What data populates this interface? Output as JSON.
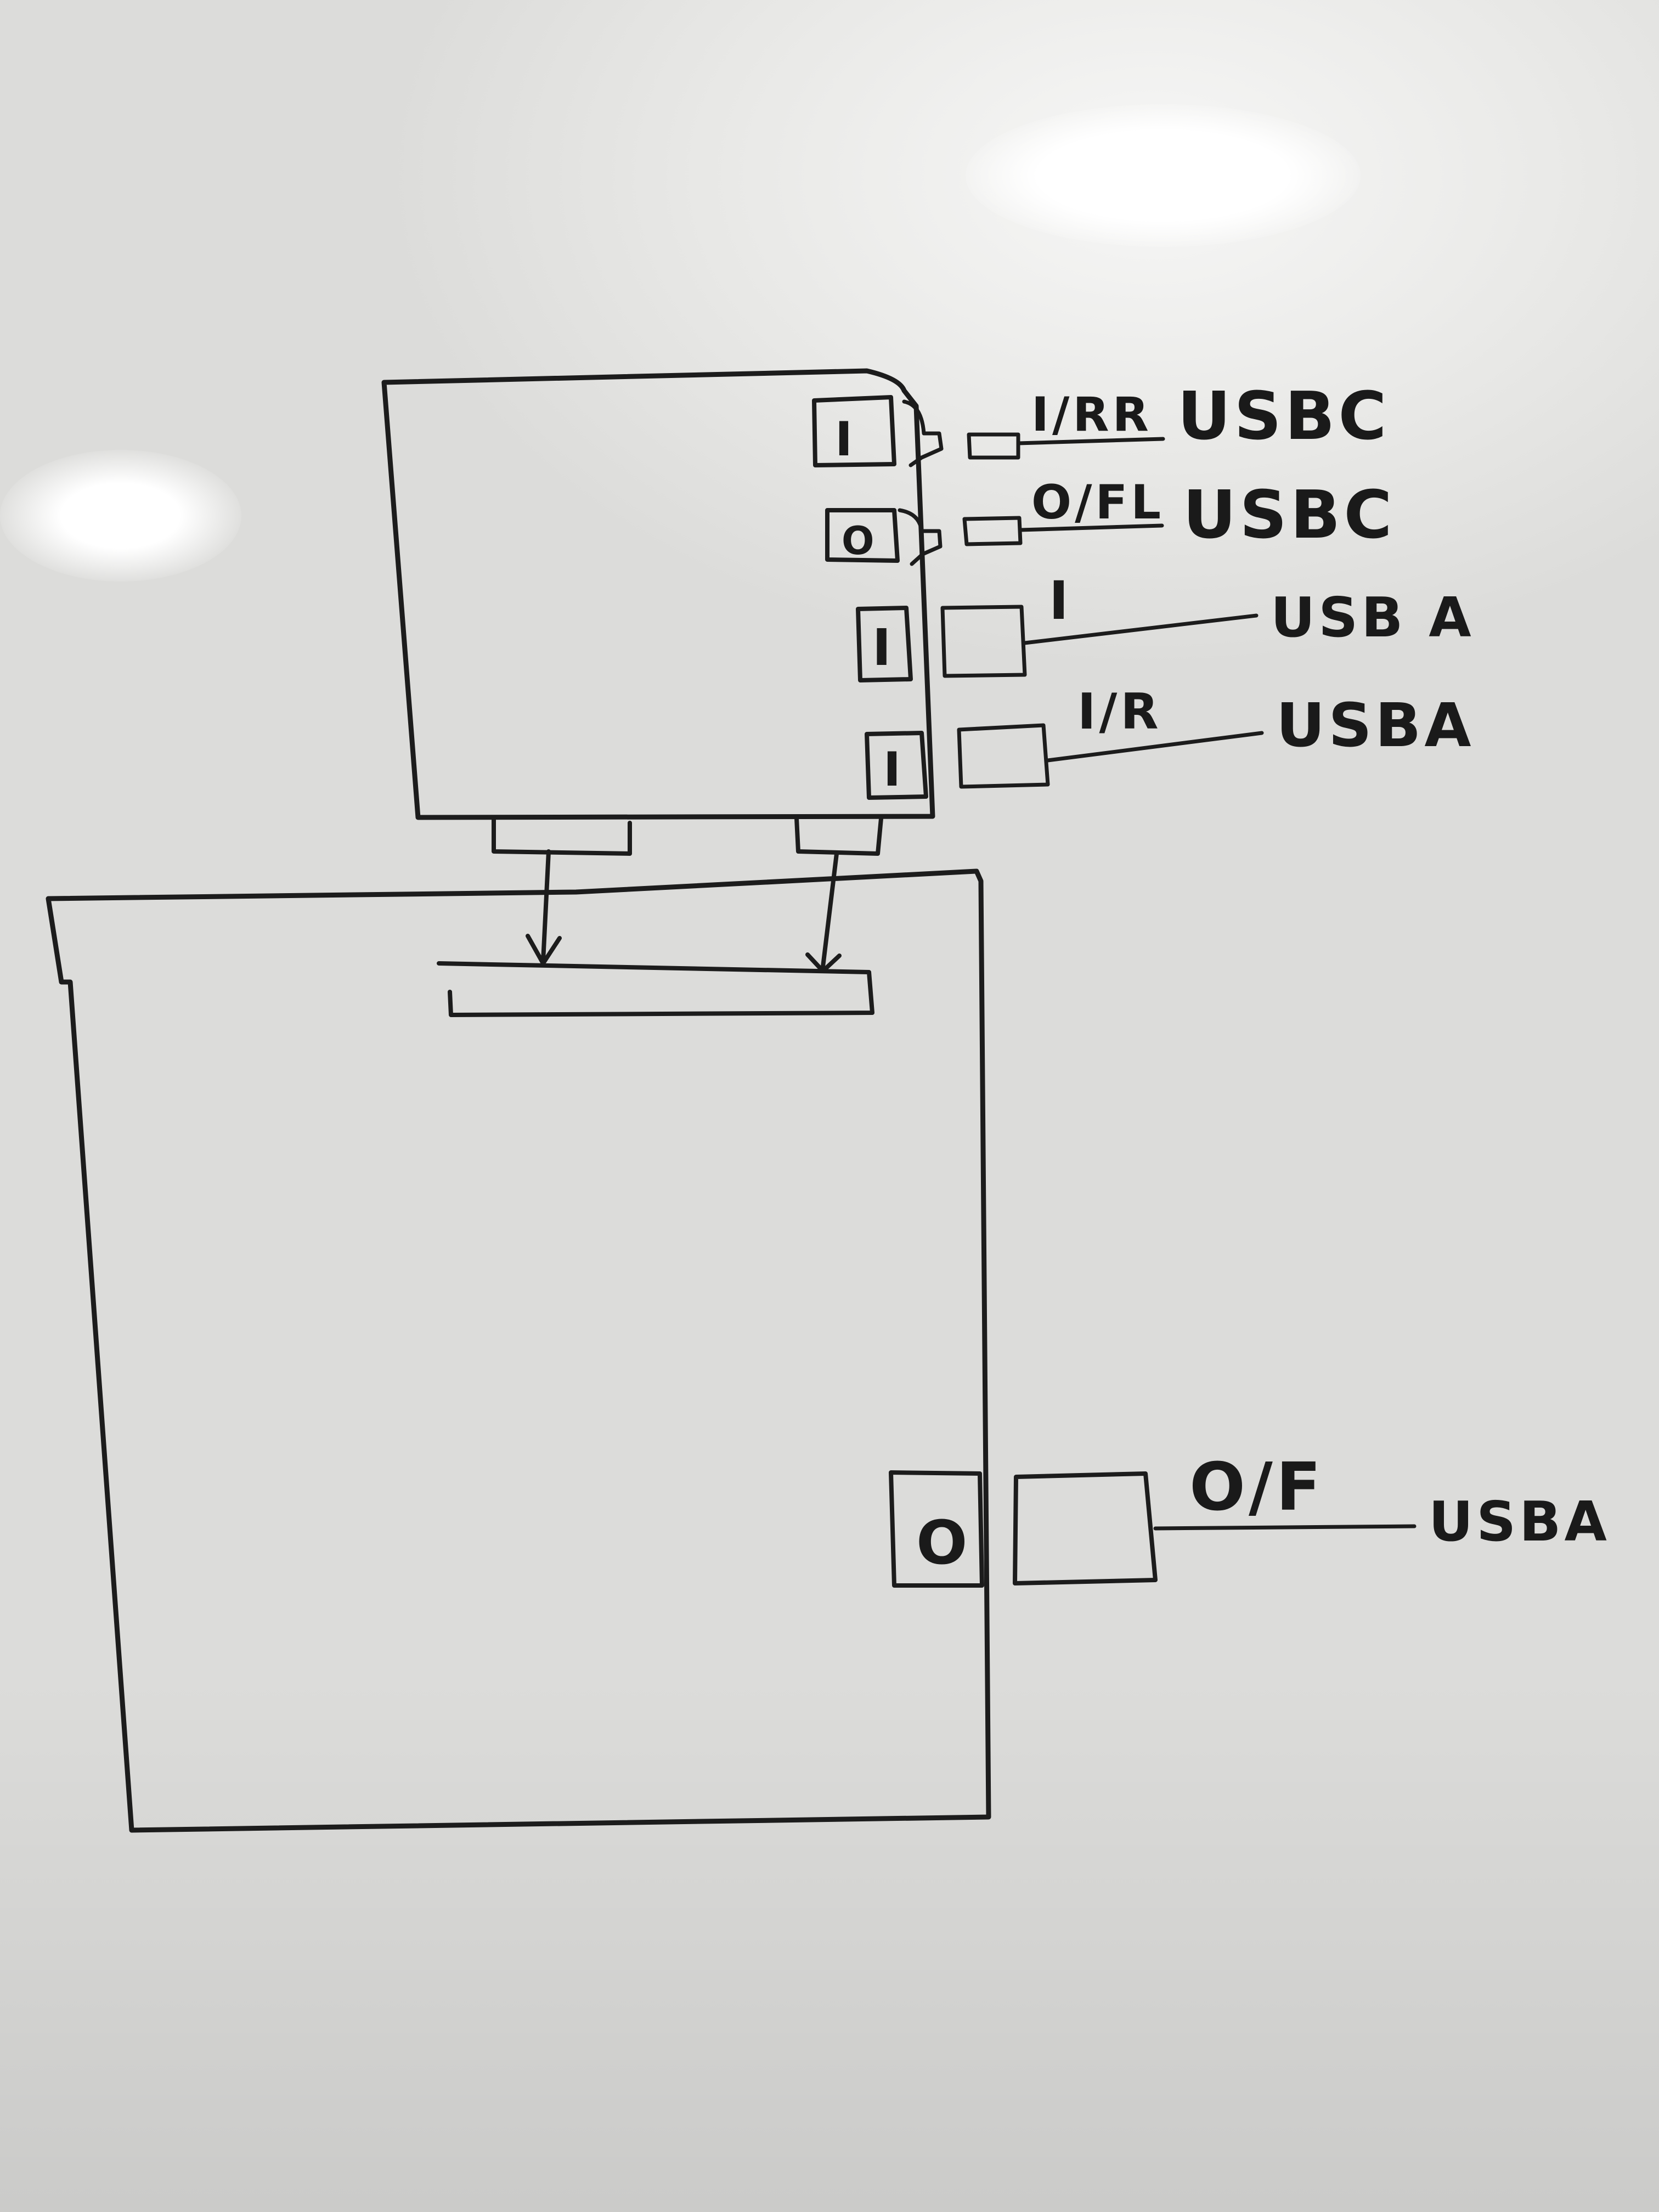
{
  "diagram": {
    "upper_ports": [
      {
        "port": "I",
        "line_label": "I/RR",
        "connector": "USBC"
      },
      {
        "port": "O",
        "line_label": "O/FL",
        "connector": "USBC"
      },
      {
        "port": "I",
        "line_label": "I",
        "connector": "USB A"
      },
      {
        "port": "I",
        "line_label": "I/R",
        "connector": "USBA"
      }
    ],
    "lower_port": {
      "port": "O",
      "line_label": "O/F",
      "connector": "USBA"
    }
  },
  "colors": {
    "ink": "#1c1c1c",
    "board": "#e6e6e4"
  }
}
